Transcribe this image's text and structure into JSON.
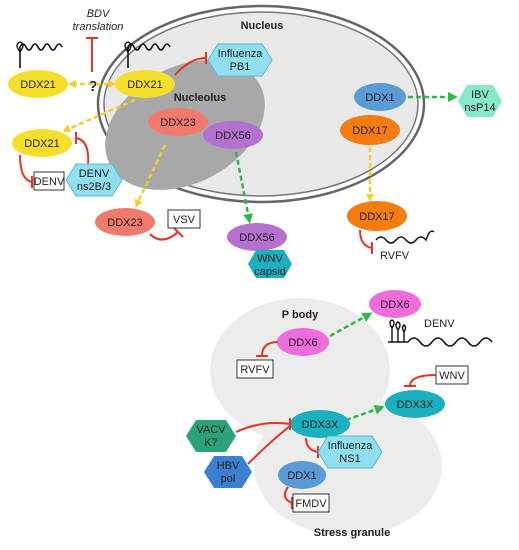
{
  "compartments": {
    "nucleus": "Nucleus",
    "nucleolus": "Nucleolus",
    "p_body": "P body",
    "stress_granule": "Stress granule"
  },
  "annotations": {
    "bdv_translation_line1": "BDV",
    "bdv_translation_line2": "translation",
    "question": "?"
  },
  "helicases": {
    "ddx21_left": "DDX21",
    "ddx21_nuc": "DDX21",
    "ddx21_cyto": "DDX21",
    "ddx23_nuc": "DDX23",
    "ddx23_cyto": "DDX23",
    "ddx56_nuc": "DDX56",
    "ddx56_cyto": "DDX56",
    "ddx1_nuc": "DDX1",
    "ddx17_nuc": "DDX17",
    "ddx17_cyto": "DDX17",
    "ddx6_pbody": "DDX6",
    "ddx6_top": "DDX6",
    "ddx3x_left": "DDX3X",
    "ddx3x_right": "DDX3X",
    "ddx1_sg": "DDX1"
  },
  "viral_proteins": {
    "influenza_pb1_l1": "Influenza",
    "influenza_pb1_l2": "PB1",
    "denv_ns2b3_l1": "DENV",
    "denv_ns2b3_l2": "ns2B/3",
    "ibv_nsp14_l1": "IBV",
    "ibv_nsp14_l2": "nsP14",
    "wnv_capsid_l1": "WNV",
    "wnv_capsid_l2": "capsid",
    "vacv_k7_l1": "VACV",
    "vacv_k7_l2": "K7",
    "hbv_pol_l1": "HBV",
    "hbv_pol_l2": "pol",
    "influenza_ns1_l1": "Influenza",
    "influenza_ns1_l2": "NS1"
  },
  "viruses": {
    "denv_box": "DENV",
    "vsv_box": "VSV",
    "rvfv_text": "RVFV",
    "denv_text": "DENV",
    "rvfv_box": "RVFV",
    "wnv_box": "WNV",
    "fmdv_box": "FMDV"
  },
  "colors": {
    "ddx21": "#f5df2a",
    "ddx23": "#f07a6e",
    "ddx56": "#b571d0",
    "ddx1": "#5b9bd5",
    "ddx17": "#f57c10",
    "ddx6": "#f06bdc",
    "ddx3x": "#1ab0c0",
    "viral_light": "#8fdff0",
    "ibv": "#88e8cc",
    "vacv": "#2aa37a",
    "hbv": "#3a7fd0",
    "inhibit": "#e53325",
    "yellow_arrow": "#f2cc30",
    "green_arrow": "#2fb84a",
    "nucleus_fill": "#e9e9e9",
    "nucleolus_fill": "#a8a8a8"
  }
}
